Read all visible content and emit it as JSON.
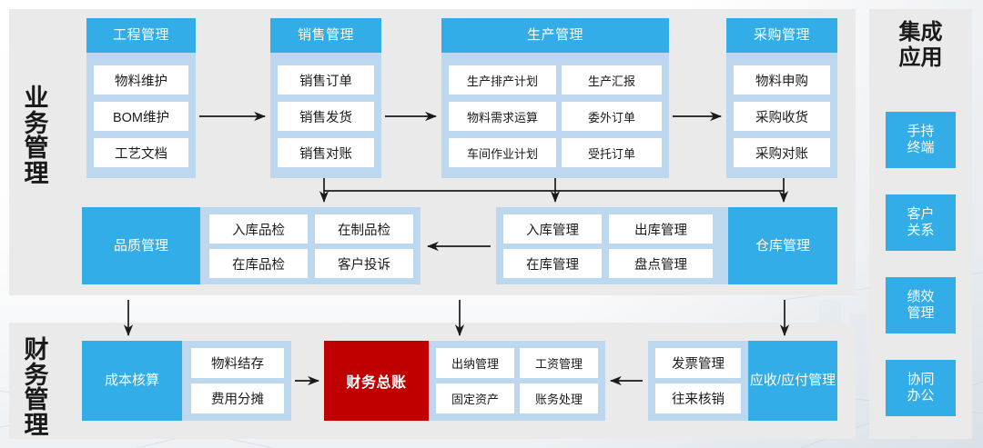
{
  "diagram": {
    "title_business": "业务管理",
    "title_finance": "财务管理",
    "integrated_heading": "集成\n应用"
  },
  "colors": {
    "accent_blue": "#32ade8",
    "light_blue": "#bdd7ee",
    "panel_gray": "#eaeaea",
    "red": "#c00000",
    "cell_white": "#ffffff",
    "text_dark": "#1a1a1a"
  },
  "business": {
    "panel_label": "业务管理",
    "groups": [
      {
        "name": "engineering",
        "header": "工程管理",
        "cells": [
          "物料维护",
          "BOM维护",
          "工艺文档"
        ]
      },
      {
        "name": "sales",
        "header": "销售管理",
        "cells": [
          "销售订单",
          "销售发货",
          "销售对账"
        ]
      },
      {
        "name": "production",
        "header": "生产管理",
        "cells": [
          "生产排产计划",
          "生产汇报",
          "物料需求运算",
          "委外订单",
          "车间作业计划",
          "受托订单"
        ]
      },
      {
        "name": "purchasing",
        "header": "采购管理",
        "cells": [
          "物料申购",
          "采购收货",
          "采购对账"
        ]
      },
      {
        "name": "quality",
        "header": "品质管理",
        "cells": [
          "入库品检",
          "在制品检",
          "在库品检",
          "客户投诉"
        ]
      },
      {
        "name": "warehouse",
        "header": "仓库管理",
        "cells": [
          "入库管理",
          "出库管理",
          "在库管理",
          "盘点管理"
        ]
      }
    ]
  },
  "finance": {
    "panel_label": "财务管理",
    "groups": [
      {
        "name": "cost-accounting",
        "header": "成本核算",
        "cells": [
          "物料结存",
          "费用分摊"
        ]
      },
      {
        "name": "general-ledger",
        "header": "财务总账",
        "cells": []
      },
      {
        "name": "ledger-functions",
        "header": "",
        "cells": [
          "出纳管理",
          "工资管理",
          "固定资产",
          "账务处理"
        ]
      },
      {
        "name": "receivable-payable",
        "header": "应收/应付\n管理",
        "cells": [
          "发票管理",
          "往来核销"
        ]
      }
    ]
  },
  "integrated": {
    "heading_line1": "集成",
    "heading_line2": "应用",
    "apps": [
      {
        "name": "handheld-terminal",
        "line1": "手持",
        "line2": "终端"
      },
      {
        "name": "customer-relations",
        "line1": "客户",
        "line2": "关系"
      },
      {
        "name": "performance-management",
        "line1": "绩效",
        "line2": "管理"
      },
      {
        "name": "collaborative-office",
        "line1": "协同",
        "line2": "办公"
      }
    ]
  }
}
